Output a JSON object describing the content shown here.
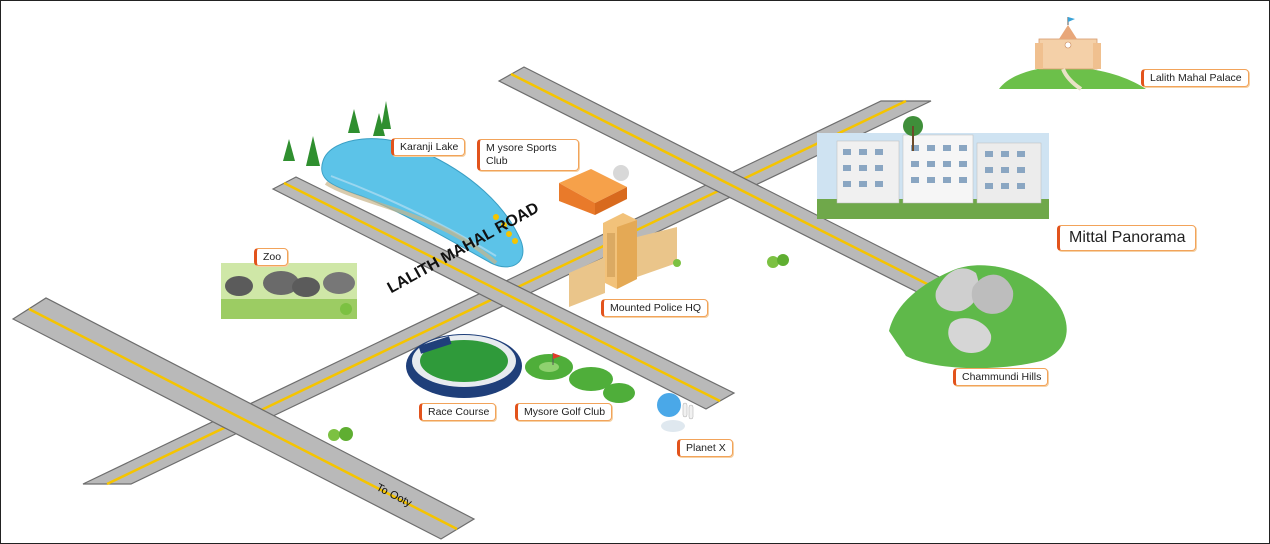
{
  "roads": {
    "main_road_label": "LALITH MAHAL ROAD",
    "ooty_label": "To Ooty"
  },
  "landmarks": {
    "karanji_lake": "Karanji Lake",
    "mysore_sports_club": "M ysore Sports Club",
    "zoo": "Zoo",
    "mounted_police": "Mounted Police HQ",
    "race_course": "Race Course",
    "golf_club": "Mysore Golf Club",
    "planet_x": "Planet X",
    "chammundi_hills": "Chammundi Hills",
    "lalith_mahal_palace": "Lalith Mahal Palace",
    "mittal_panorama": "Mittal Panorama"
  },
  "colors": {
    "road": "#b9b9b9",
    "road_edge": "#6d6d6d",
    "center_line": "#f5c400",
    "label_accent": "#e2531c",
    "water": "#5cc3e8",
    "grass": "#4fae3a"
  }
}
